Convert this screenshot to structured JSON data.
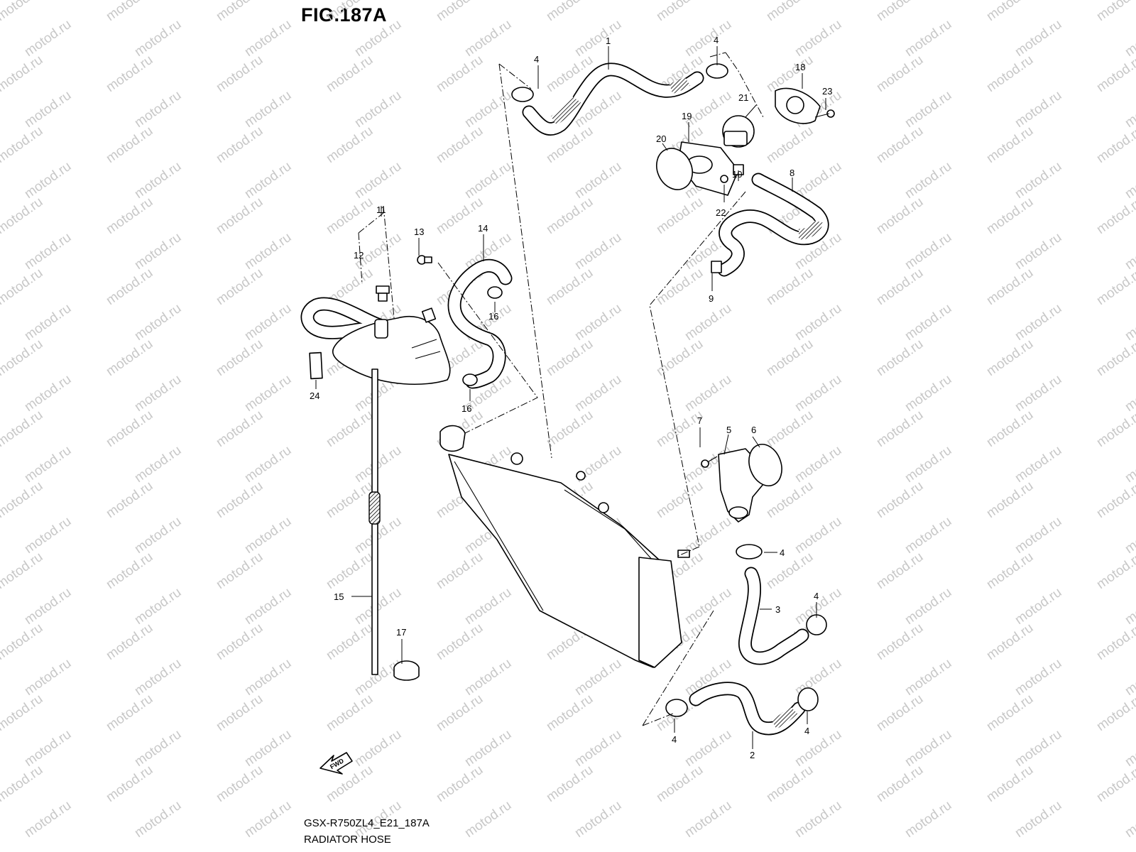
{
  "figure": {
    "title": "FIG.187A",
    "model_code": "GSX-R750ZL4_E21_187A",
    "caption": "RADIATOR HOSE",
    "watermark": "motod.ru",
    "fwd_marker": "FWD"
  },
  "callouts": [
    {
      "id": "c1",
      "text": "1"
    },
    {
      "id": "c2",
      "text": "2"
    },
    {
      "id": "c3",
      "text": "3"
    },
    {
      "id": "c4a",
      "text": "4"
    },
    {
      "id": "c4b",
      "text": "4"
    },
    {
      "id": "c4c",
      "text": "4"
    },
    {
      "id": "c4d",
      "text": "4"
    },
    {
      "id": "c4e",
      "text": "4"
    },
    {
      "id": "c4f",
      "text": "4"
    },
    {
      "id": "c5",
      "text": "5"
    },
    {
      "id": "c6",
      "text": "6"
    },
    {
      "id": "c7",
      "text": "7"
    },
    {
      "id": "c8",
      "text": "8"
    },
    {
      "id": "c9",
      "text": "9"
    },
    {
      "id": "c10",
      "text": "10"
    },
    {
      "id": "c11",
      "text": "11"
    },
    {
      "id": "c12",
      "text": "12"
    },
    {
      "id": "c13",
      "text": "13"
    },
    {
      "id": "c14",
      "text": "14"
    },
    {
      "id": "c15",
      "text": "15"
    },
    {
      "id": "c16a",
      "text": "16"
    },
    {
      "id": "c16b",
      "text": "16"
    },
    {
      "id": "c17",
      "text": "17"
    },
    {
      "id": "c18",
      "text": "18"
    },
    {
      "id": "c19",
      "text": "19"
    },
    {
      "id": "c20",
      "text": "20"
    },
    {
      "id": "c21",
      "text": "21"
    },
    {
      "id": "c22",
      "text": "22"
    },
    {
      "id": "c23",
      "text": "23"
    },
    {
      "id": "c24",
      "text": "24"
    }
  ]
}
